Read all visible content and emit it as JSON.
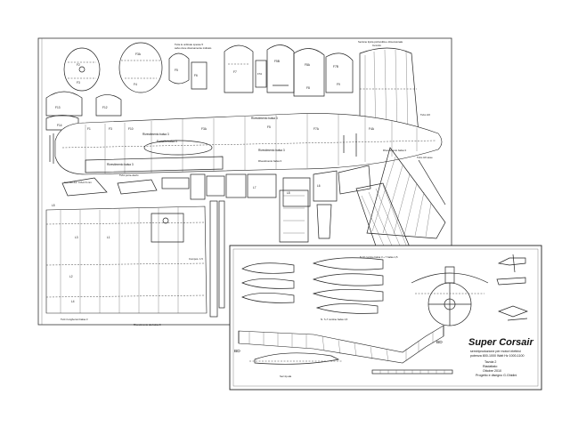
{
  "sheet_notes": {
    "former_note_1": "Tutte le ordinate spesse 5",
    "former_note_2": "salvo dove diversamente indicato",
    "scale_note_1": "Sezione tipica profondità e dimensionale",
    "scale_note_2": "Incontro"
  },
  "fuselage_labels": {
    "skin1": "Rivestimento balsa 3",
    "skin2": "Rivestimento balsa 3",
    "skin3": "Rivestimento balsa 3",
    "frame": "Fornello balsa 3",
    "skin_lower": "Rivestimento balsa 3",
    "tail_a": "Rivestimento balsa 3",
    "tail_b": "Rivestimento balsa 3",
    "tail_c": "Rivestimento balsa 3",
    "motor_note": "Carrello dur. 0.8+0.6 mm",
    "reinforce": "Tubo porta dischi",
    "fin_note": "Tubo 3/2 asse"
  },
  "former_labels": [
    "F1",
    "F2",
    "F3",
    "F3A",
    "F4",
    "F5",
    "F5A",
    "F6",
    "F7",
    "F7A",
    "F8",
    "F8A",
    "F9",
    "F10",
    "F11",
    "F12",
    "F13",
    "F14",
    "F4A",
    "F5B",
    "F7B"
  ],
  "wing_labels": {
    "root": "L5",
    "l1": "L1",
    "l2": "L2",
    "l3": "L3",
    "l4": "L4",
    "l6": "L6",
    "l7": "L7",
    "l8": "L8",
    "spars": "Tutti i longheroni balsa 3",
    "lower": "Rivestimento ala balsa 3",
    "flap": "Compos. 1.5"
  },
  "inset": {
    "ribs_10": "N.10 centine balsa 3 + 7 balsa 1,5",
    "ribs_7": "N. 7+7 centine balsa 1,5",
    "title": "Super Corsair",
    "subtitle_1": "semiriproduzione per motori elettrici",
    "subtitle_2": "potenza 800-1000 Watt Hz 1000-1100",
    "sheet": "Tavola 2",
    "drawn": "Riadattato",
    "date": "Ottobre 2010",
    "designer": "Progetto e disegno G.Ghidini",
    "marker_left": "BD",
    "marker_right": "BD",
    "aileron": "Sez.tip.ala"
  }
}
